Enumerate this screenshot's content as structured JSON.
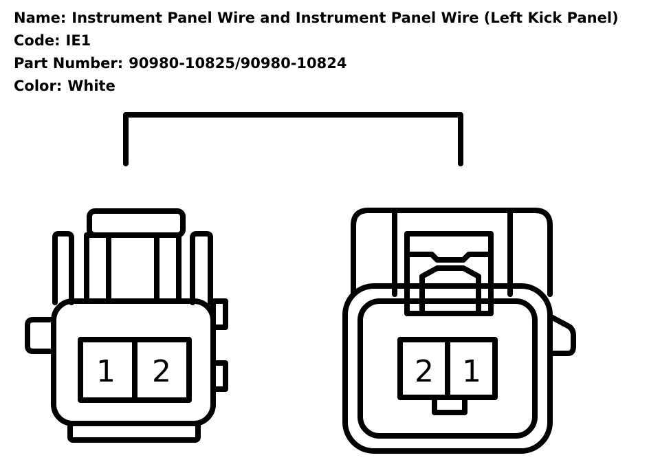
{
  "info": {
    "name_label": "Name:",
    "name_value": "Instrument Panel Wire and Instrument Panel Wire (Left Kick Panel)",
    "code_label": "Code:",
    "code_value": "IE1",
    "part_label": "Part Number:",
    "part_value": "90980-10825/90980-10824",
    "color_label": "Color:",
    "color_value": "White"
  },
  "connector_left": {
    "pin_a": "1",
    "pin_b": "2"
  },
  "connector_right": {
    "pin_a": "2",
    "pin_b": "1"
  }
}
